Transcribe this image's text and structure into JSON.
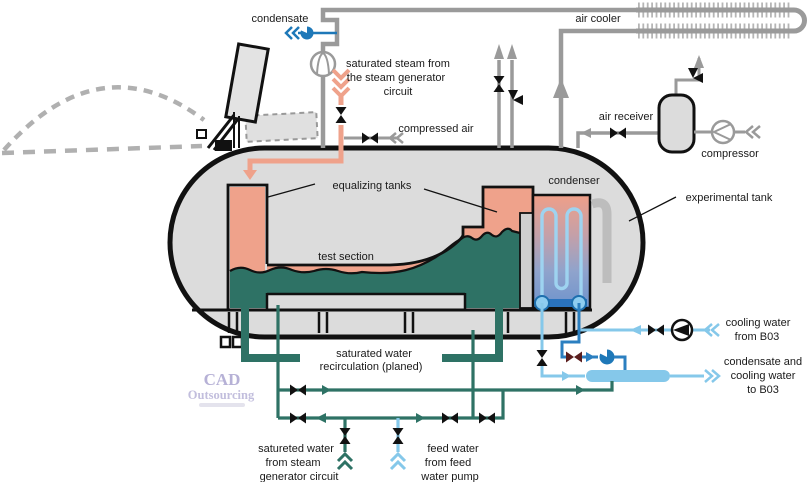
{
  "colors": {
    "salmon": "#EFA28B",
    "teal": "#2E7265",
    "light_blue": "#85C8EA",
    "medium_blue": "#2B7FC0",
    "blue": "#1E78B8",
    "pipe_gray": "#9A9A9A",
    "fin_gray": "#B5B5B5",
    "tank_fill": "#DCDCDC",
    "basin_blue": "#2A72BD",
    "coil_blue": "#9ED3F0",
    "valve_black": "#111111",
    "valve_maroon": "#5A1E1E",
    "watermark": "#B6B1D6",
    "text": "#1A1A1A"
  },
  "labels": {
    "condensate": "condensate",
    "air_cooler": "air cooler",
    "saturated_steam": [
      "saturated steam from",
      "the steam generator",
      "circuit"
    ],
    "compressed_air": "compressed air",
    "air_receiver": "air receiver",
    "compressor": "compressor",
    "equalizing_tanks": "equalizing tanks",
    "condenser": "condenser",
    "experimental_tank": "experimental tank",
    "test_section": "test section",
    "recirculation": [
      "saturated water",
      "recirculation (planed)"
    ],
    "cooling_from": [
      "cooling water",
      "from B03"
    ],
    "cooling_to": [
      "condensate and",
      "cooling water",
      "to B03"
    ],
    "saturated_water": [
      "satureted water",
      "from steam",
      "generator circuit"
    ],
    "feed_water": [
      "feed water",
      "from feed",
      "water pump"
    ],
    "watermark": [
      "CAD",
      "Outsourcing"
    ]
  }
}
